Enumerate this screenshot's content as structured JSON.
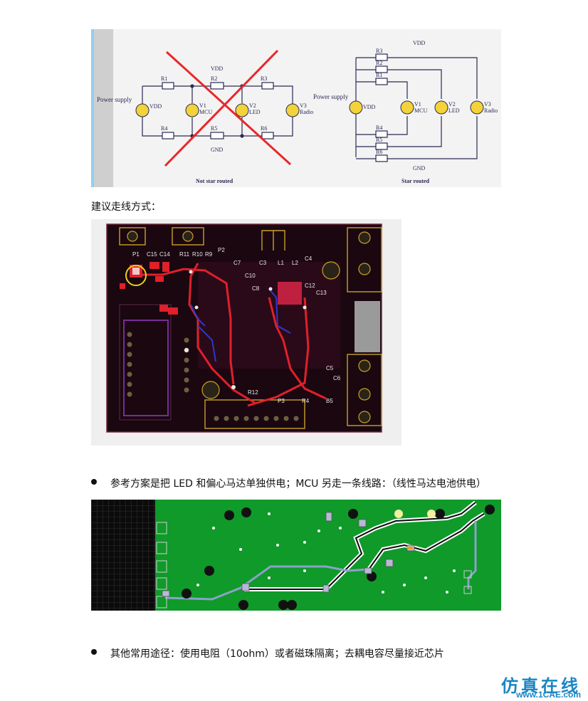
{
  "fig1": {
    "left": {
      "power_supply": "Power supply",
      "vdd_label": "VDD",
      "gnd_label": "GND",
      "source_label": "VDD",
      "r_top": [
        "R1",
        "R2",
        "R3"
      ],
      "r_bottom": [
        "R4",
        "R5",
        "R6"
      ],
      "loads": [
        {
          "name": "V1",
          "sub": "MCU"
        },
        {
          "name": "V2",
          "sub": "LED"
        },
        {
          "name": "V3",
          "sub": "Radio"
        }
      ],
      "caption": "Not star routed"
    },
    "right": {
      "power_supply": "Power supply",
      "vdd_label": "VDD",
      "gnd_label": "GND",
      "source_label": "VDD",
      "r_top": [
        "R3",
        "R2",
        "R1"
      ],
      "r_bottom": [
        "R4",
        "R5",
        "R6"
      ],
      "loads": [
        {
          "name": "V1",
          "sub": "MCU"
        },
        {
          "name": "V2",
          "sub": "LED"
        },
        {
          "name": "V3",
          "sub": "Radio"
        }
      ],
      "caption": "Star routed"
    },
    "colors": {
      "wire": "#2a2a55",
      "cross": "#e8282a",
      "source": "#f3d23a"
    }
  },
  "text": {
    "suggest": "建议走线方式：",
    "bullet1": "参考方案是把 LED 和偏心马达单独供电；MCU 另走一条线路：（线性马达电池供电）",
    "bullet2": "其他常用途径：使用电阻（10ohm）或者磁珠隔离；去耦电容尽量接近芯片"
  },
  "fig2": {
    "labels": [
      "P1",
      "C15",
      "C14",
      "R11",
      "R10",
      "R9",
      "P2",
      "C7",
      "C10",
      "C3",
      "L1",
      "L2",
      "C4",
      "C8",
      "C12",
      "C13",
      "R12",
      "P3",
      "R4",
      "C5",
      "C6",
      "B5"
    ],
    "colors": {
      "board": "#1a0710",
      "trace_red": "#e0202a",
      "outline": "#c8a028",
      "trace_blue": "#2a3ac8"
    }
  },
  "fig3": {
    "colors": {
      "board": "#0f9a2a",
      "trace": "#ffffff",
      "grid": "#0b0b0b"
    }
  },
  "watermark": {
    "title": "仿真在线",
    "url": "www.1CAE.com"
  }
}
